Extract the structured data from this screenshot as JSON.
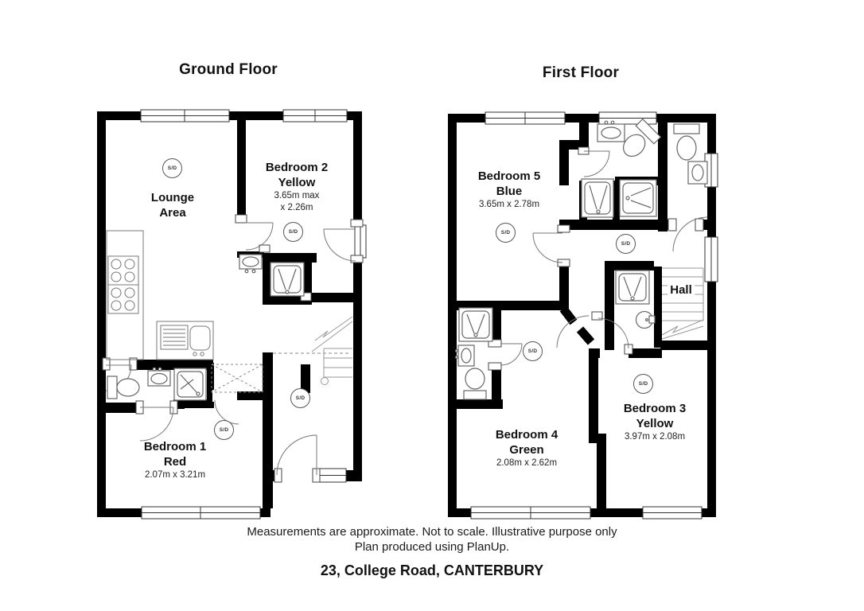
{
  "document_type": "property floor plan",
  "floors": [
    {
      "title": "Ground Floor",
      "rooms": [
        {
          "key": "lounge-area",
          "name_lines": [
            "Lounge",
            "Area"
          ],
          "dims": []
        },
        {
          "key": "bedroom-2",
          "name_lines": [
            "Bedroom 2",
            "Yellow"
          ],
          "dims": [
            "3.65m max",
            "x 2.26m"
          ]
        },
        {
          "key": "bedroom-1",
          "name_lines": [
            "Bedroom 1",
            "Red"
          ],
          "dims": [
            "2.07m x 3.21m"
          ]
        }
      ],
      "smoke_detector_count": 4
    },
    {
      "title": "First Floor",
      "rooms": [
        {
          "key": "bedroom-5",
          "name_lines": [
            "Bedroom 5",
            "Blue"
          ],
          "dims": [
            "3.65m x 2.78m"
          ]
        },
        {
          "key": "hall",
          "name_lines": [
            "Hall"
          ],
          "dims": []
        },
        {
          "key": "bedroom-3",
          "name_lines": [
            "Bedroom 3",
            "Yellow"
          ],
          "dims": [
            "3.97m x 2.08m"
          ]
        },
        {
          "key": "bedroom-4",
          "name_lines": [
            "Bedroom 4",
            "Green"
          ],
          "dims": [
            "2.08m x 2.62m"
          ]
        }
      ],
      "smoke_detector_count": 4
    }
  ],
  "markers": {
    "smoke_detector_label": "S/D"
  },
  "footer": {
    "line1": "Measurements are approximate. Not to scale. Illustrative purpose only",
    "line2": "Plan produced using PlanUp.",
    "address": "23, College Road, CANTERBURY"
  },
  "colors": {
    "walls": "#000000",
    "fixtures": "#666666",
    "background": "#ffffff",
    "text": "#111111"
  }
}
